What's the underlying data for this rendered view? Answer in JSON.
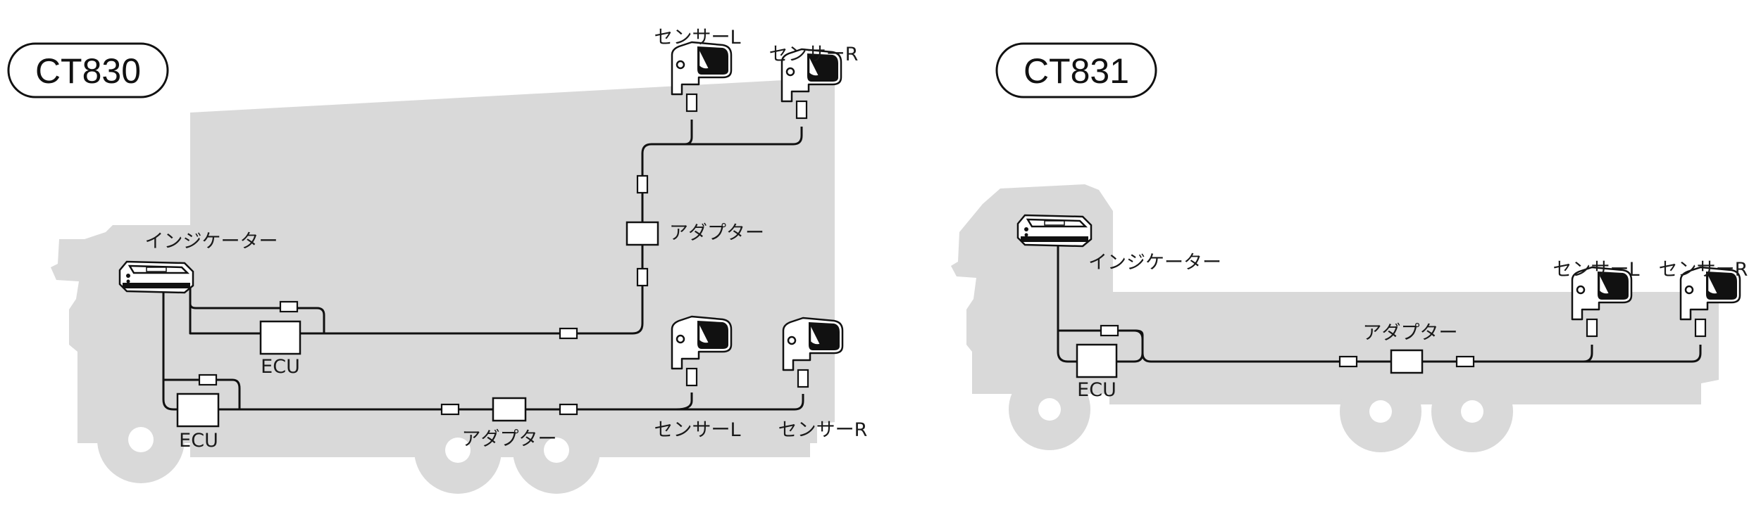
{
  "diagrams": [
    {
      "model": "CT830",
      "labels": {
        "indicator": "インジケーター",
        "ecu_upper": "ECU",
        "ecu_lower": "ECU",
        "adapter_upper": "アダプター",
        "adapter_lower": "アダプター",
        "sensor_l_top": "センサーL",
        "sensor_r_top": "センサーR",
        "sensor_l_bottom": "センサーL",
        "sensor_r_bottom": "センサーR"
      }
    },
    {
      "model": "CT831",
      "labels": {
        "indicator": "インジケーター",
        "ecu": "ECU",
        "adapter": "アダプター",
        "sensor_l": "センサーL",
        "sensor_r": "センサーR"
      }
    }
  ],
  "colors": {
    "silhouette": "#d9d9d9",
    "line": "#111111",
    "background": "#ffffff"
  }
}
